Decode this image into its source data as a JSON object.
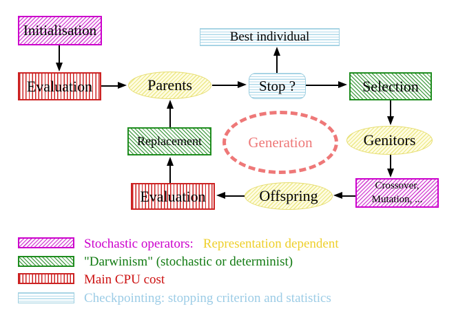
{
  "nodes": {
    "initialisation": {
      "label": "Initialisation"
    },
    "evaluation_top": {
      "label": "Evaluation"
    },
    "parents": {
      "label": "Parents"
    },
    "best_individual": {
      "label": "Best individual"
    },
    "stop": {
      "label": "Stop ?"
    },
    "selection": {
      "label": "Selection"
    },
    "genitors": {
      "label": "Genitors"
    },
    "crossover_mutation": {
      "line1": "Crossover,",
      "line2": "Mutation, ..."
    },
    "offspring": {
      "label": "Offspring"
    },
    "evaluation_bottom": {
      "label": "Evaluation"
    },
    "replacement": {
      "label": "Replacement"
    },
    "generation": {
      "label": "Generation"
    }
  },
  "legend": {
    "items": [
      {
        "swatch": "magenta-diagonal-hatch",
        "label": "Stochastic operators:",
        "label2": "Representation dependent"
      },
      {
        "swatch": "green-diagonal-hatch",
        "label": "\"Darwinism\" (stochastic or determinist)"
      },
      {
        "swatch": "red-vertical-hatch",
        "label": "Main CPU cost"
      },
      {
        "swatch": "cyan-horizontal-hatch",
        "label": "Checkpointing: stopping criterion and statistics"
      }
    ]
  },
  "colors": {
    "magenta": "#cc00cc",
    "green": "#1e8c1e",
    "red": "#cc2222",
    "cyan_border": "#9fcfe0",
    "yellow_border": "#e6dd6e",
    "salmon": "#ee7878",
    "legend_yellow_text": "#eecf2a",
    "legend_green_text": "#117a11",
    "legend_red_text": "#cc1111",
    "legend_cyan_text": "#9ccce6",
    "arrow": "#000000"
  }
}
